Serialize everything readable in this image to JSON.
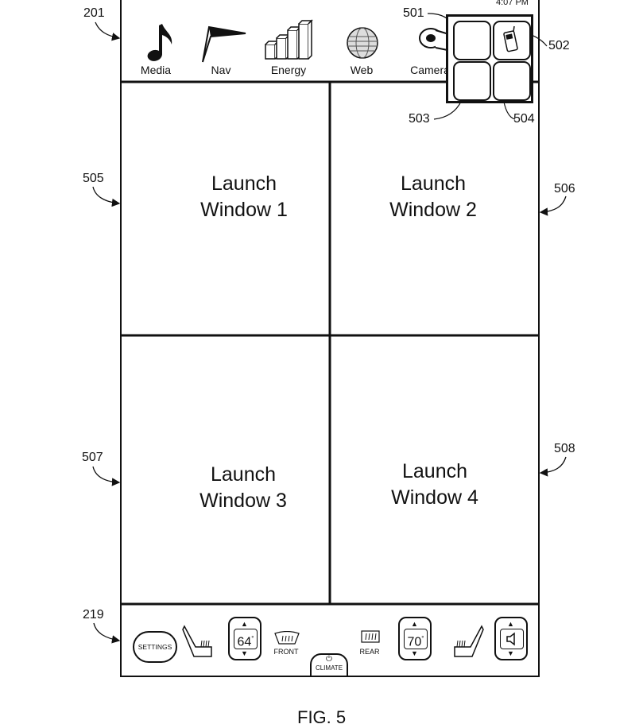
{
  "status_bar": {
    "time": "4:07 PM"
  },
  "app_bar": {
    "apps": [
      {
        "label": "Media",
        "icon": "music-note-icon"
      },
      {
        "label": "Nav",
        "icon": "navigation-arrow-icon"
      },
      {
        "label": "Energy",
        "icon": "energy-bars-icon"
      },
      {
        "label": "Web",
        "icon": "globe-icon"
      },
      {
        "label": "Camera",
        "icon": "camera-icon"
      }
    ]
  },
  "launch_windows": [
    {
      "line1": "Launch",
      "line2": "Window 1"
    },
    {
      "line1": "Launch",
      "line2": "Window 2"
    },
    {
      "line1": "Launch",
      "line2": "Window 3"
    },
    {
      "line1": "Launch",
      "line2": "Window 4"
    }
  ],
  "climate_bar": {
    "settings_label": "SETTINGS",
    "left_temp": "64",
    "right_temp": "70",
    "degree": "°",
    "front_label": "FRONT",
    "rear_label": "REAR",
    "climate_label": "CLIMATE"
  },
  "reference_numerals": {
    "r201": "201",
    "r501": "501",
    "r502": "502",
    "r503": "503",
    "r504": "504",
    "r505": "505",
    "r506": "506",
    "r507": "507",
    "r508": "508",
    "r219": "219"
  },
  "figure_caption": "FIG. 5"
}
